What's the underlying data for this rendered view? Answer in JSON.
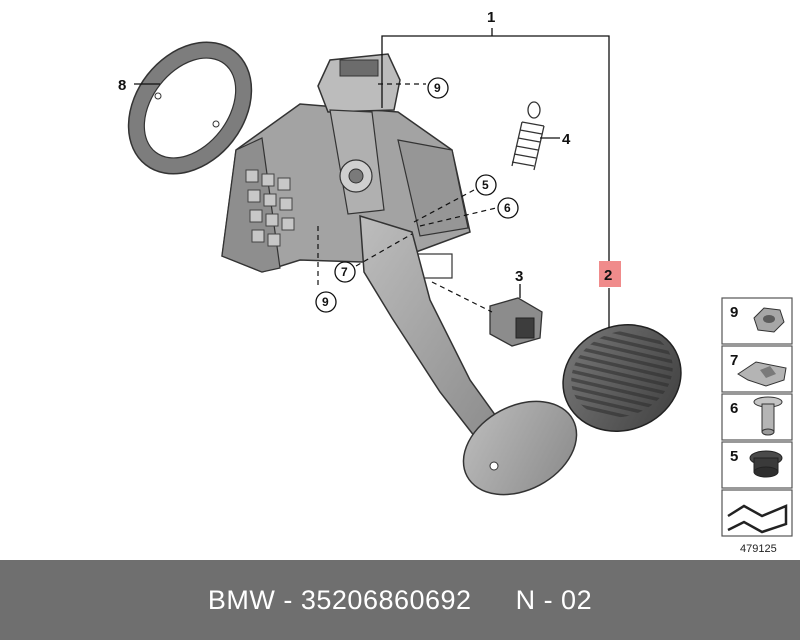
{
  "callouts": {
    "main_assembly": "1",
    "pedal_pad": "2",
    "switch": "3",
    "spring": "4",
    "bushing": "5",
    "pin": "6",
    "clip": "7",
    "gasket": "8",
    "nut_top": "9",
    "nut_bottom": "9"
  },
  "legend": {
    "items": [
      {
        "number": "9",
        "part": "hex-nut"
      },
      {
        "number": "7",
        "part": "clip"
      },
      {
        "number": "6",
        "part": "pin"
      },
      {
        "number": "5",
        "part": "bushing"
      }
    ],
    "ref_code": "479125"
  },
  "colors": {
    "highlight": "#f08b8b",
    "part_fill": "#9c9c9c",
    "part_dark": "#5e5e5e",
    "footer_bg": "#6f6f6f"
  },
  "footer": {
    "brand_part": "BMW - 35206860692",
    "page": "N - 02"
  }
}
